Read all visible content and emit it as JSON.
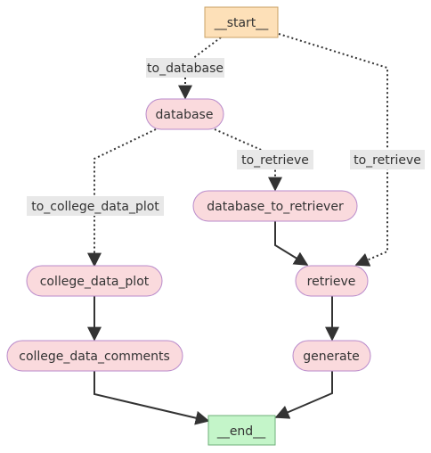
{
  "colors": {
    "start_fill": "#fde0b8",
    "start_stroke": "#c9a165",
    "end_fill": "#c4f5c9",
    "end_stroke": "#6fb07a",
    "node_fill": "#fadadd",
    "node_stroke": "#b98acb",
    "edge": "#333333",
    "label_bg": "#e8e8e8"
  },
  "nodes": {
    "start": "__start__",
    "database": "database",
    "database_to_retriever": "database_to_retriever",
    "college_data_plot": "college_data_plot",
    "college_data_comments": "college_data_comments",
    "retrieve": "retrieve",
    "generate": "generate",
    "end": "__end__"
  },
  "edge_labels": {
    "start_to_database": "to_database",
    "database_to_retrieve": "to_retrieve",
    "start_to_retrieve": "to_retrieve",
    "database_to_plot": "to_college_data_plot"
  }
}
